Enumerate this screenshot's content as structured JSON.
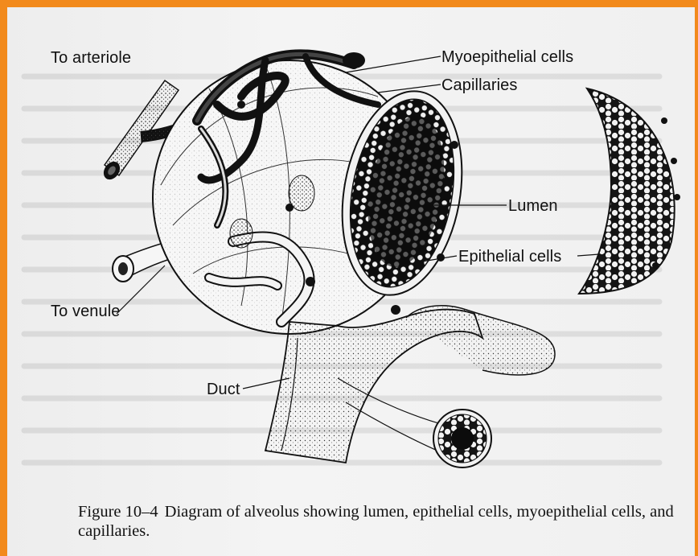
{
  "labels": {
    "to_arteriole": "To arteriole",
    "myoepithelial_cells": "Myoepithelial cells",
    "capillaries": "Capillaries",
    "lumen": "Lumen",
    "epithelial_cells": "Epithelial cells",
    "to_venule": "To venule",
    "duct": "Duct"
  },
  "caption": {
    "figure_number": "Figure 10–4",
    "text": "Diagram of alveolus showing lumen, epithelial cells, myoepithelial cells, and capillaries."
  },
  "colors": {
    "frame": "#f28a1c",
    "ink": "#111111",
    "paper": "#f0f0f0"
  }
}
